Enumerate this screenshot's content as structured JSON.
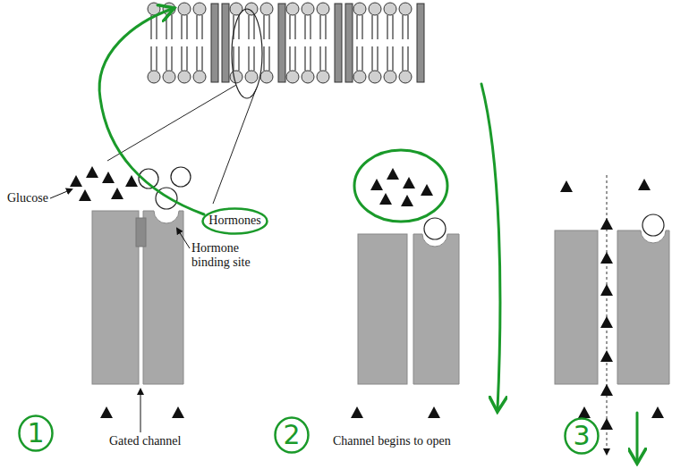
{
  "diagram": {
    "nodes": [
      {
        "text": [
          "Hormones"
        ]
      },
      {
        "text": [
          "1"
        ]
      },
      {
        "text": [
          "2"
        ]
      },
      {
        "text": [
          "3"
        ]
      }
    ],
    "labels": [
      "Glucose",
      "Hormone binding site",
      "Gated channel",
      "Channel begins to open"
    ]
  }
}
